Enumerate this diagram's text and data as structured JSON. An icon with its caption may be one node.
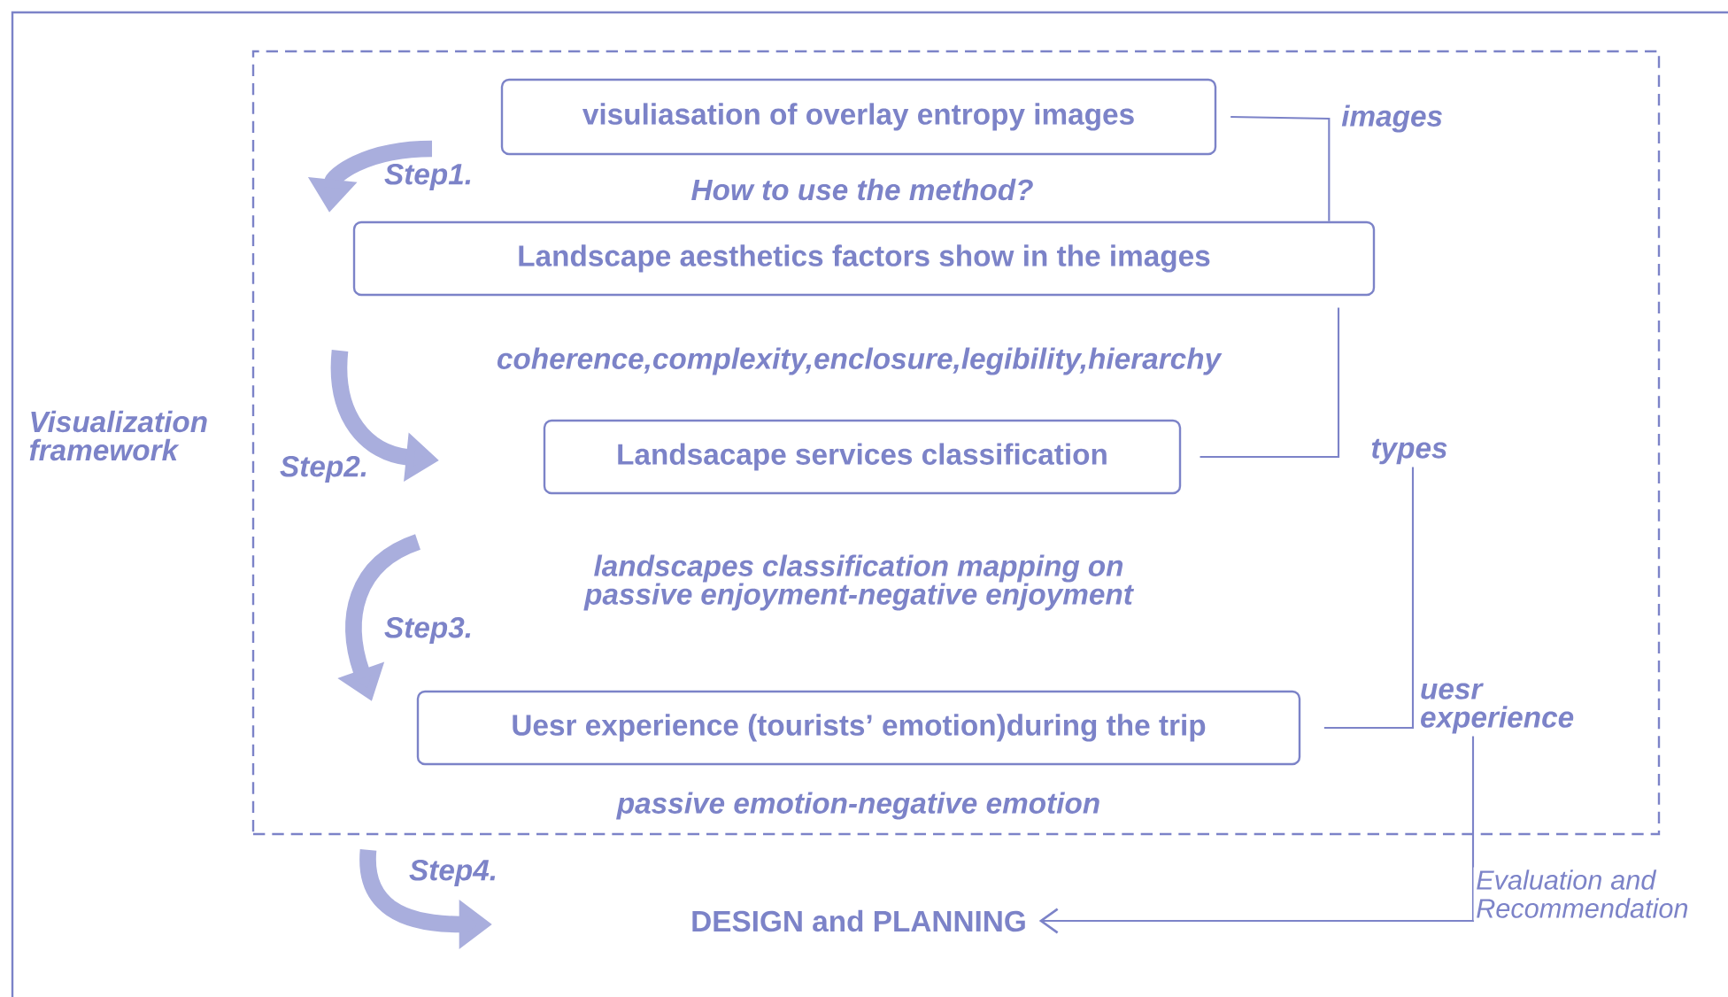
{
  "diagram": {
    "nodes": [
      {
        "text": [
          "Visualization framework"
        ]
      },
      {
        "text": [],
        "shape": "box",
        "in": 0
      },
      {
        "text": [
          "visuliasation of overlay entropy images"
        ],
        "in": 1
      },
      {
        "text": [
          "Landscape aesthetics factors show in the  images"
        ],
        "in": 1
      },
      {
        "text": [
          "Landsacape services classification"
        ],
        "in": 1
      },
      {
        "text": [
          "Uesr experience (tourists’ emotion)during the trip"
        ],
        "in": 1
      },
      {
        "text": [
          "DESIGN  and PLANNING"
        ],
        "in": 0
      },
      {
        "text": [
          "types"
        ],
        "in": 1
      },
      {
        "text": [
          "uesr experience"
        ],
        "in": 1
      }
    ],
    "edges": [
      {
        "from": 2,
        "to": 3,
        "arrow": "none",
        "label": "images"
      },
      {
        "from": 3,
        "to": 4,
        "arrow": "none"
      },
      {
        "from": 5,
        "to": 7,
        "arrow": "none"
      },
      {
        "from": 8,
        "to": 6,
        "arrow": "to",
        "label": "Evaluation and Recommendation"
      }
    ],
    "labels": [
      "Step1.",
      "How to use the method?",
      "coherence,complexity,enclosure,legibility,hierarchy",
      "Step2.",
      "landscapes classification mapping on passive enjoyment-negative enjoyment",
      "Step3.",
      "passive emotion-negative emotion",
      "Step4."
    ]
  }
}
